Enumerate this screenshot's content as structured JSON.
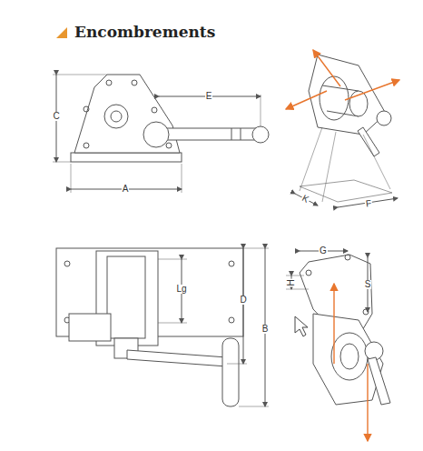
{
  "diagram": {
    "title": "Encombrements",
    "labels": [
      "C",
      "E",
      "A",
      "K",
      "F",
      "Lg",
      "D",
      "B",
      "G",
      "H",
      "S"
    ]
  }
}
